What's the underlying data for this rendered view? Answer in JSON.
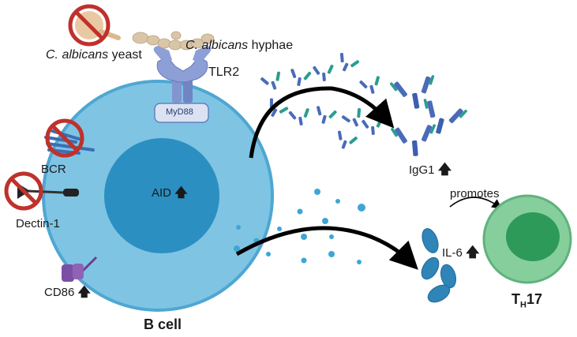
{
  "labels": {
    "yeast_italic": "C. albicans",
    "yeast_rest": " yeast",
    "hyphae_italic": "C. albicans",
    "hyphae_rest": " hyphae",
    "tlr2": "TLR2",
    "myd88": "MyD88",
    "bcr": "BCR",
    "dectin1": "Dectin-1",
    "cd86": "CD86",
    "aid": "AID",
    "bcell": "B cell",
    "igg1": "IgG1",
    "il6": "IL-6",
    "promotes": "promotes",
    "th17_main": "T",
    "th17_sub": "H",
    "th17_num": "17",
    "up_arrow": "🡅"
  },
  "colors": {
    "cell_outer": "#7fc4e3",
    "cell_outer_stroke": "#4ea7d2",
    "nucleus": "#2c8fc2",
    "receptor": "#7b8fcf",
    "antibody_blue": "#4a6bb8",
    "antibody_teal": "#2a9d8f",
    "il6": "#2f84b8",
    "th17_outer": "#86cf9c",
    "th17_inner": "#2e9a5a",
    "prohibit": "#c0312b"
  }
}
